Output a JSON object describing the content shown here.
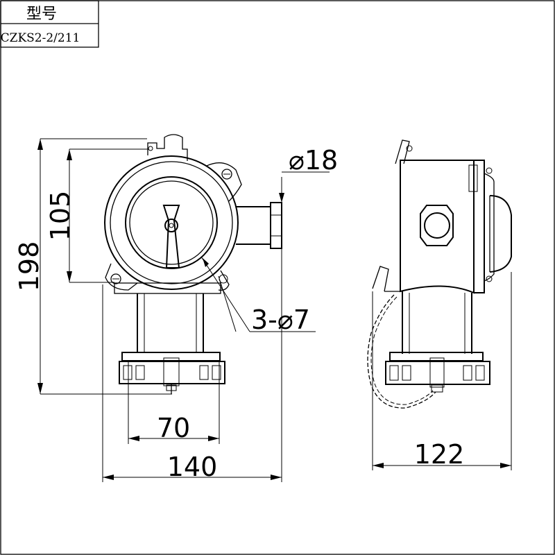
{
  "title_block": {
    "header": "型号",
    "model": "CZKS2-2/211"
  },
  "dimensions": {
    "overall_height": "198",
    "mount_height": "105",
    "conduit_diameter": "⌀18",
    "mounting_holes": "3-⌀7",
    "base_width": "70",
    "overall_width": "140",
    "side_depth": "122"
  }
}
